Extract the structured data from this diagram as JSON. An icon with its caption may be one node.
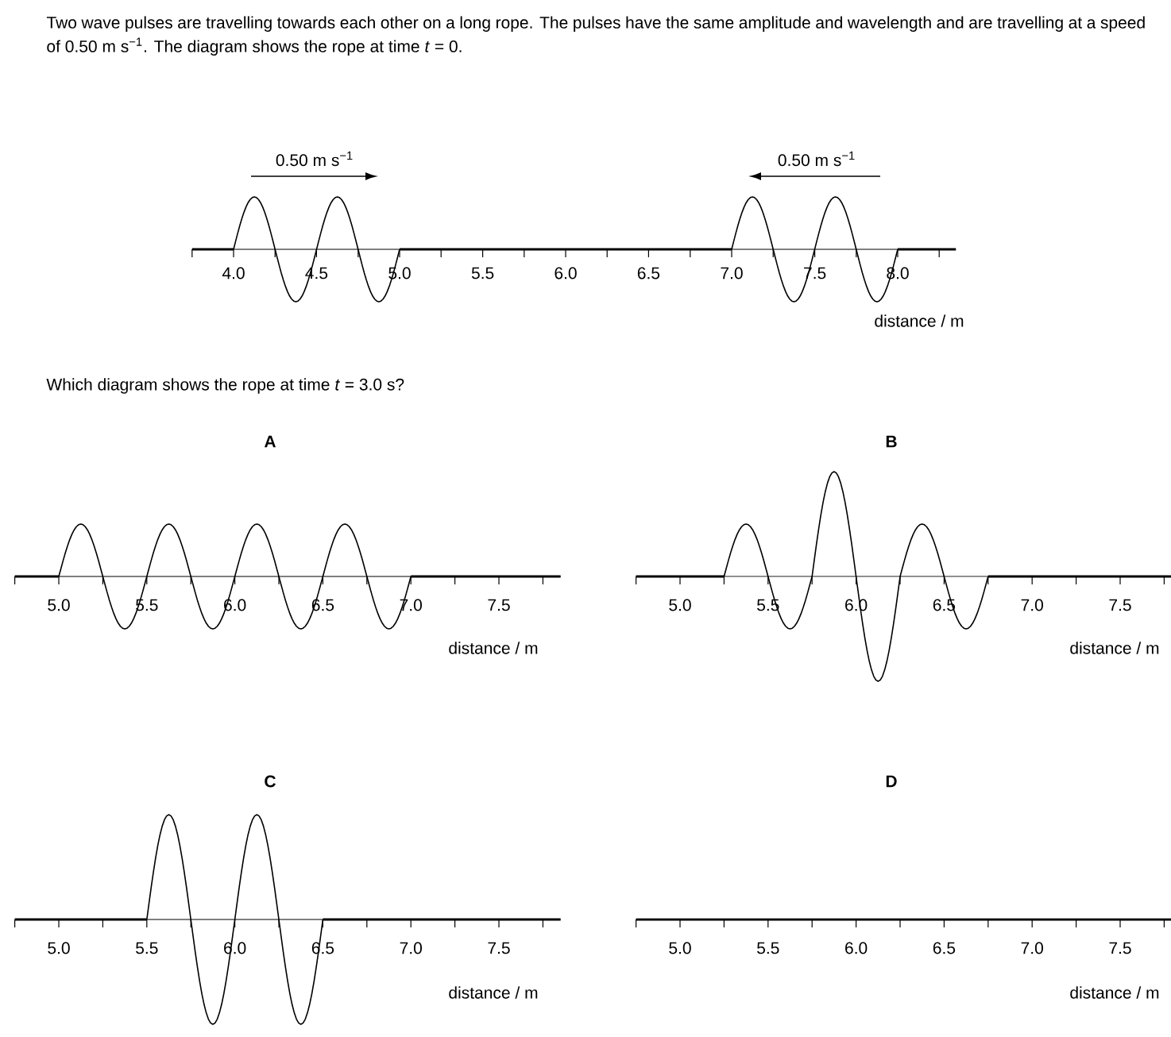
{
  "diagram": {
    "labels": [
      "Two wave pulses are travelling towards each other on a long rope. The pulses have the same amplitude and wavelength and are travelling at a speed of 0.50 m s$^{−1}$. The diagram shows the rope at time *t* = 0.",
      "0.50 m s$^{−1}$",
      "0.50 m s$^{−1}$",
      "4.0",
      "4.5",
      "5.0",
      "5.5",
      "6.0",
      "6.5",
      "7.0",
      "7.5",
      "8.0",
      "distance / m",
      "Which diagram shows the rope at time *t* = 3.0 s?",
      "A",
      "B",
      "5.0",
      "5.5",
      "6.0",
      "6.5",
      "7.0",
      "7.5",
      "5.0",
      "5.5",
      "6.0",
      "6.5",
      "7.0",
      "7.5",
      "distance / m",
      "distance / m",
      "C",
      "D",
      "5.0",
      "5.5",
      "6.0",
      "6.5",
      "7.0",
      "7.5",
      "5.0",
      "5.5",
      "6.0",
      "6.5",
      "7.0",
      "7.5",
      "distance / m",
      "distance / m"
    ]
  }
}
